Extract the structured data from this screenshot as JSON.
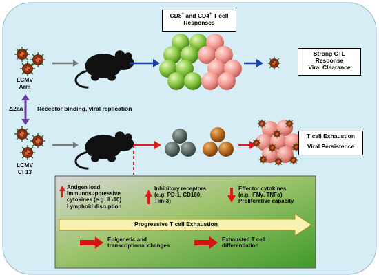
{
  "labels": {
    "lcmv_arm": [
      "LCMV",
      "Arm"
    ],
    "lcmv_cl13": [
      "LCMV",
      "Cl 13"
    ],
    "delta": "Δ2aa",
    "receptor": "Receptor binding, viral replication"
  },
  "response_box": {
    "line1_pre": "CD8",
    "sup1": "+",
    "line1_mid": " and CD4",
    "sup2": "+",
    "line1_post": " T cell",
    "line2": "Responses"
  },
  "strong_box": [
    "Strong CTL",
    "Response",
    "Viral Clearance"
  ],
  "exhaustion_box": [
    "T cell Exhaustion",
    "Viral Persistence"
  ],
  "panel": {
    "col1": [
      "Antigen load",
      "Immunosuppressive",
      "cytokines (e.g. IL-10)",
      "Lymphoid disruption"
    ],
    "col2": [
      "Inhibitory receptors",
      "(e.g. PD-1, CD160,",
      "Tim-3)"
    ],
    "col3": [
      "Effector cytokines",
      "(e.g. IFNγ, TNFα)",
      "Proliferative capacity"
    ],
    "arrow_label": "Progressive T cell Exhaustion",
    "bottom1": [
      "Epigenetic and",
      "transcriptional changes"
    ],
    "bottom2": [
      "Exhausted T cell",
      "differentiation"
    ]
  },
  "colors": {
    "background": "#d7edf5",
    "green_cell": "#7ec33a",
    "pink_cell": "#f08c86",
    "dark_cell": "#5b6b64",
    "brown_cell": "#b3661a",
    "virus": "#8b2f12",
    "arrow_blue": "#1a44a8",
    "arrow_red": "#e01a1a",
    "arrow_gray": "#7a7a7a",
    "arrow_purple": "#6a3aa8",
    "panel_arrow": "#f8f2b0"
  }
}
